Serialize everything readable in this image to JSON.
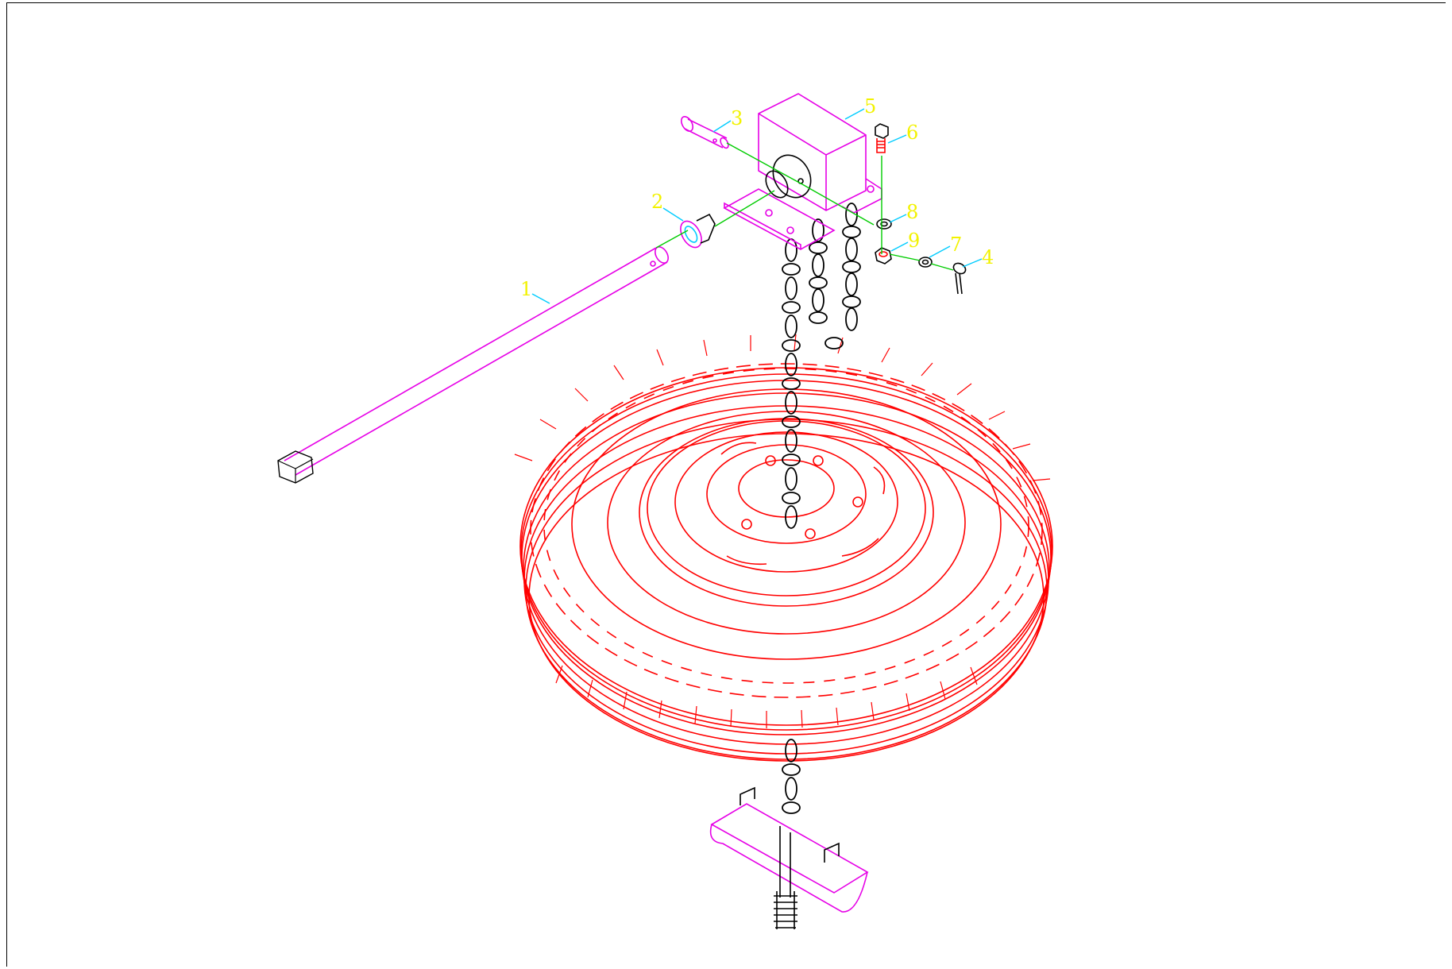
{
  "drawing": {
    "colors": {
      "tire": "#ff0000",
      "crank_and_bracket": "#e600e6",
      "chain": "#000000",
      "centerline": "#00cc00",
      "leader": "#00ccff",
      "callout_text": "#f2f200"
    },
    "callouts": [
      {
        "number": "1",
        "part": "crank-handle"
      },
      {
        "number": "2",
        "part": "bushing"
      },
      {
        "number": "3",
        "part": "pin"
      },
      {
        "number": "4",
        "part": "cotter-pin"
      },
      {
        "number": "5",
        "part": "winch-bracket"
      },
      {
        "number": "6",
        "part": "bolt"
      },
      {
        "number": "7",
        "part": "washer"
      },
      {
        "number": "8",
        "part": "lock-washer"
      },
      {
        "number": "9",
        "part": "nut"
      }
    ]
  }
}
